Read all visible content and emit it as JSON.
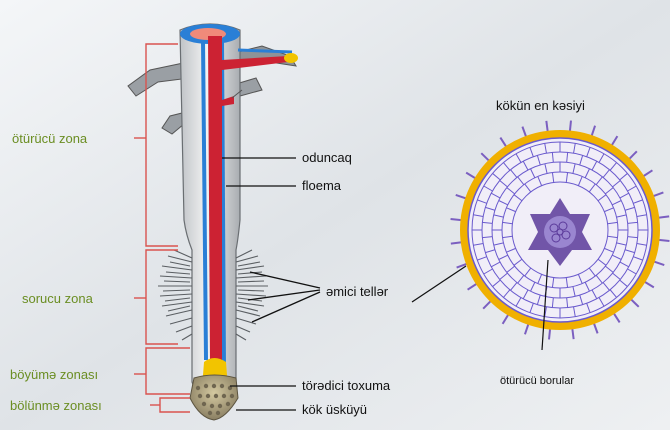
{
  "zones": [
    {
      "label": "ötürücü zona"
    },
    {
      "label": "sorucu zona"
    },
    {
      "label": "böyümə zonası"
    },
    {
      "label": "bölünmə zonası"
    }
  ],
  "parts": {
    "oduncaq": "oduncaq",
    "floema": "floema",
    "emici_teller": "əmici tellər",
    "toredici_toxuma": "törədici toxuma",
    "kok_uskuyu": "kök üsküyü"
  },
  "cross_section": {
    "title": "kökün en kəsiyi",
    "vessels_label": "ötürücü borular"
  },
  "colors": {
    "zone_text": "#6b8e23",
    "bracket": "#d9534f",
    "xylem": "#cc2233",
    "phloem": "#2a7fd6",
    "meristem": "#f2c400",
    "epidermis": "#f0b000",
    "cortex": "#6a5acd",
    "stele": "#5b3a9a",
    "root_hair_violet": "#7b5fc0"
  }
}
